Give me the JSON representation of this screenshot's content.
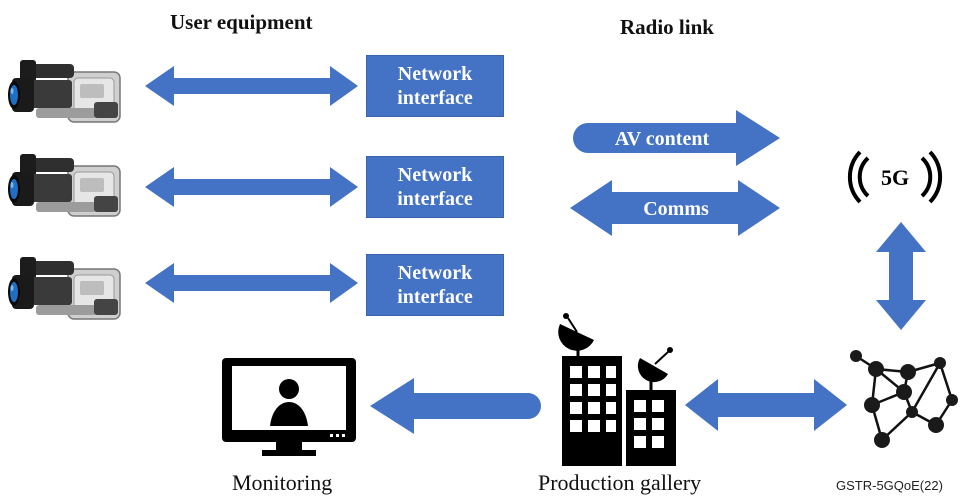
{
  "headings": {
    "user_equipment": "User equipment",
    "radio_link": "Radio link"
  },
  "network_interfaces": [
    {
      "label": "Network\ninterface"
    },
    {
      "label": "Network\ninterface"
    },
    {
      "label": "Network\ninterface"
    }
  ],
  "radio_arrows": {
    "av_content": "AV content",
    "comms": "Comms"
  },
  "icons": {
    "five_g_label": "5G",
    "camera": "video-camera-icon",
    "monitor": "monitor-icon",
    "gallery": "production-gallery-icon",
    "network": "network-graph-icon"
  },
  "captions": {
    "monitoring": "Monitoring",
    "production_gallery": "Production gallery"
  },
  "footnote": "GSTR-5GQoE(22)",
  "colors": {
    "accent": "#4472C4",
    "icon": "#000000"
  }
}
